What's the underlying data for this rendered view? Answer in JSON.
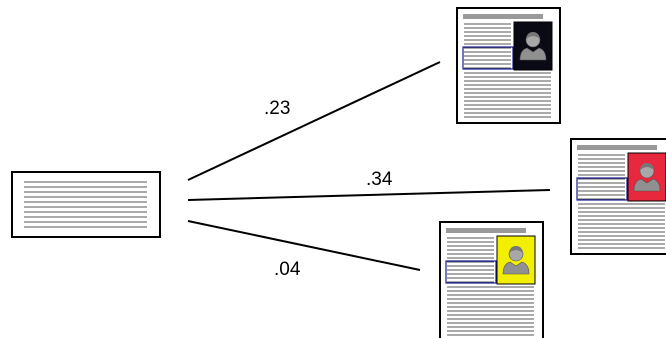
{
  "diagram": {
    "query_document": {
      "kind": "text-only-document"
    },
    "links": [
      {
        "label": ".23",
        "target": "doc-top"
      },
      {
        "label": ".34",
        "target": "doc-right"
      },
      {
        "label": ".04",
        "target": "doc-bottom"
      }
    ],
    "documents": [
      {
        "id": "doc-top",
        "portrait_bg": "#0a0a14"
      },
      {
        "id": "doc-right",
        "portrait_bg": "#e8283c"
      },
      {
        "id": "doc-bottom",
        "portrait_bg": "#f2f000"
      }
    ],
    "colors": {
      "line": "#000000",
      "highlight_box": "#1a1a8c",
      "text_line": "#555555"
    }
  }
}
